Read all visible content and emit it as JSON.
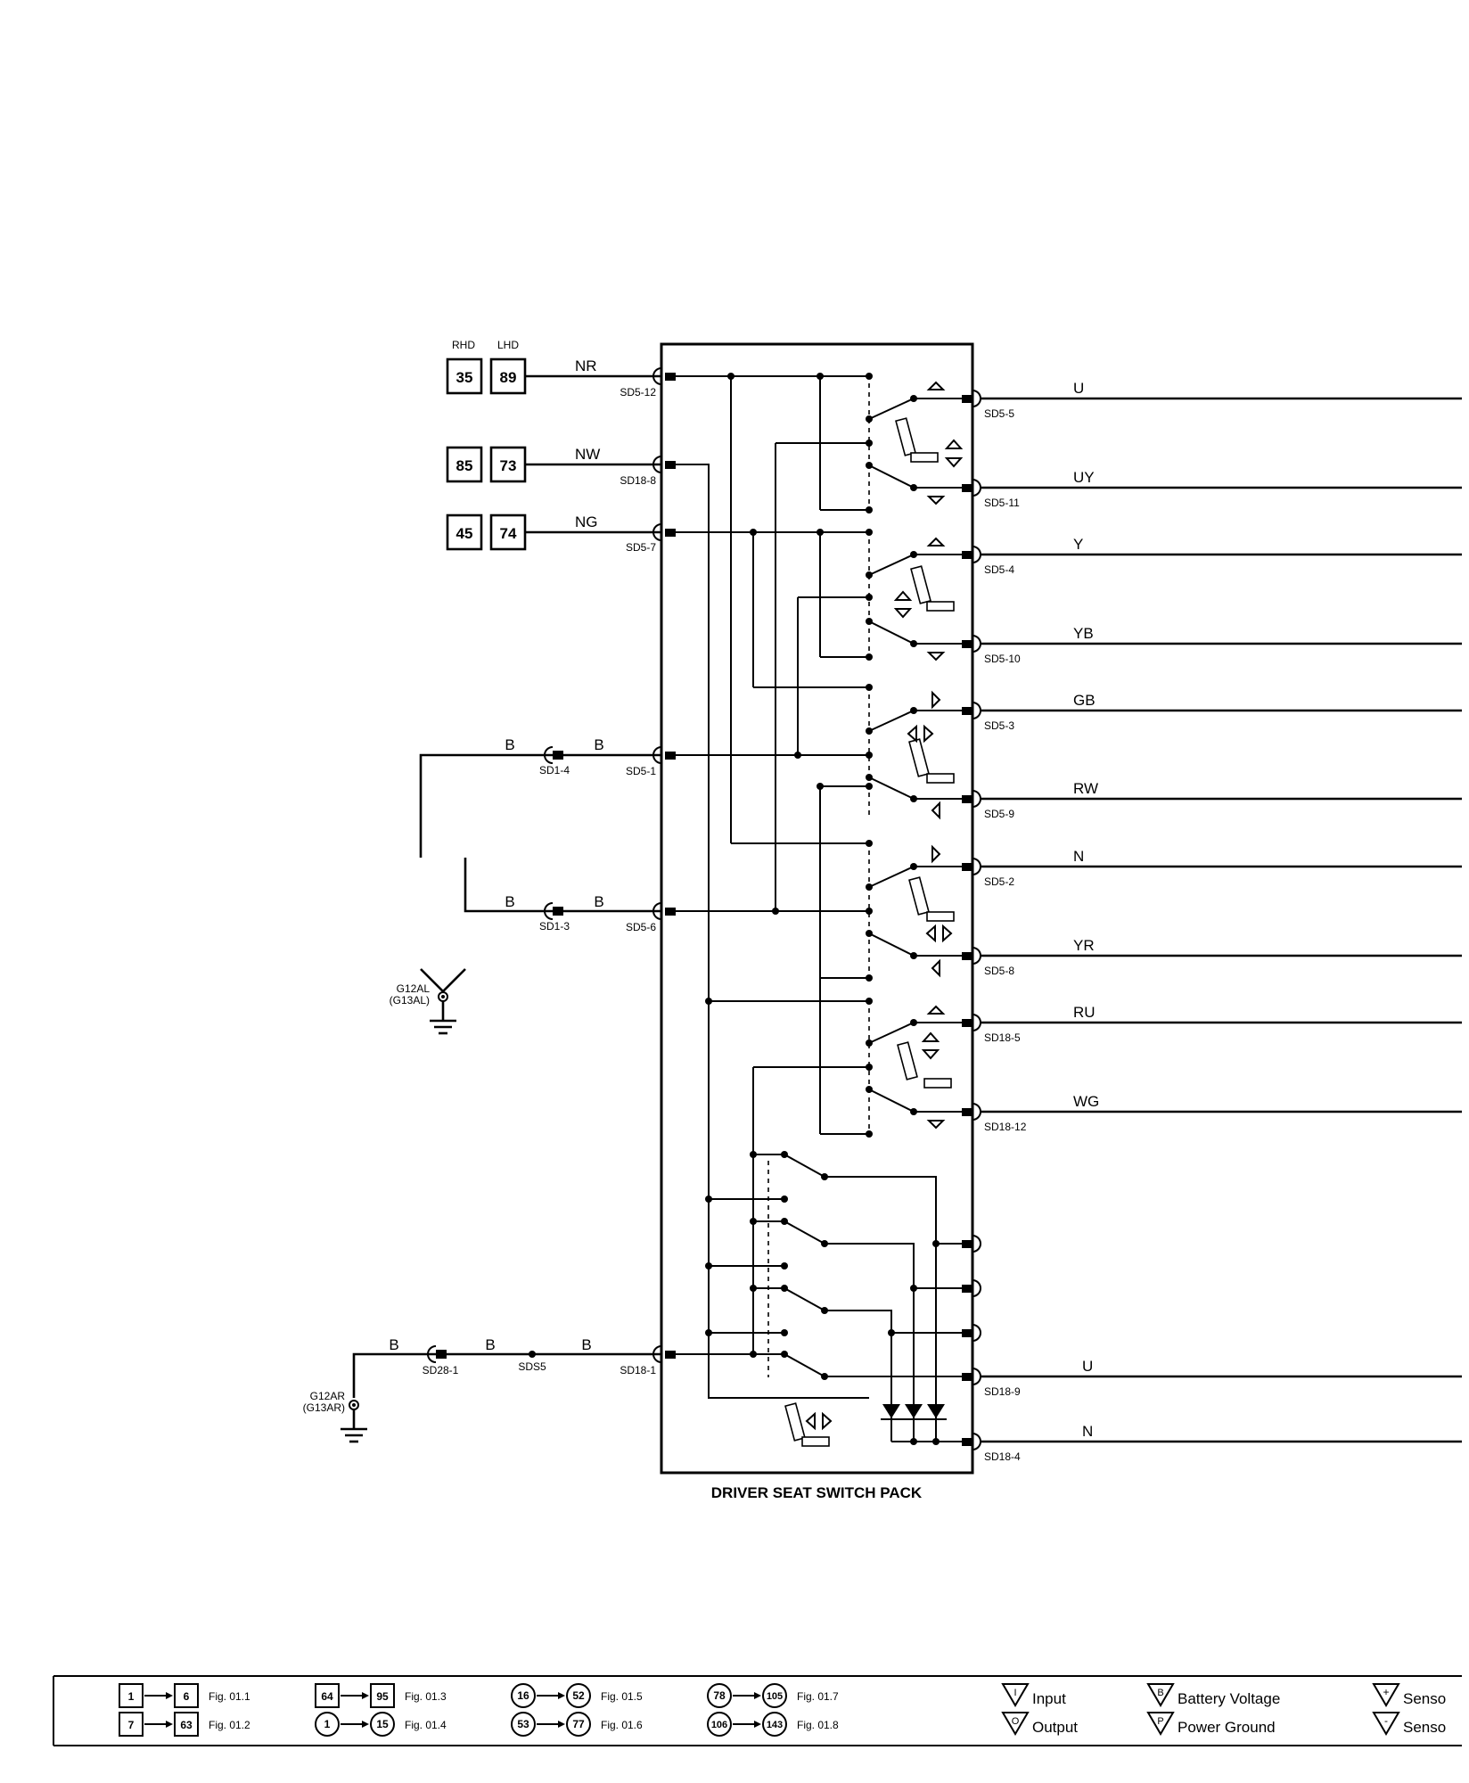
{
  "component": {
    "title": "DRIVER SEAT SWITCH PACK"
  },
  "left_side": {
    "column_headers": [
      "RHD",
      "LHD"
    ],
    "feeds": [
      {
        "rhd": "35",
        "lhd": "89",
        "wire": "NR",
        "pin": "SD5-12"
      },
      {
        "rhd": "85",
        "lhd": "73",
        "wire": "NW",
        "pin": "SD18-8"
      },
      {
        "rhd": "45",
        "lhd": "74",
        "wire": "NG",
        "pin": "SD5-7"
      }
    ],
    "grounds": [
      {
        "wire": "B",
        "inline": "SD1-4",
        "wire2": "B",
        "pin": "SD5-1"
      },
      {
        "wire": "B",
        "inline": "SD1-3",
        "wire2": "B",
        "pin": "SD5-6"
      },
      {
        "wire": "B",
        "inline": "SD28-1",
        "wire2": "B",
        "splice": "SDS5",
        "wire3": "B",
        "pin": "SD18-1"
      }
    ],
    "ground_points": [
      {
        "name": "G12AL",
        "alt": "(G13AL)"
      },
      {
        "name": "G12AR",
        "alt": "(G13AR)"
      }
    ]
  },
  "right_side": {
    "outputs": [
      {
        "wire": "U",
        "pin": "SD5-5"
      },
      {
        "wire": "UY",
        "pin": "SD5-11"
      },
      {
        "wire": "Y",
        "pin": "SD5-4"
      },
      {
        "wire": "YB",
        "pin": "SD5-10"
      },
      {
        "wire": "GB",
        "pin": "SD5-3"
      },
      {
        "wire": "RW",
        "pin": "SD5-9"
      },
      {
        "wire": "N",
        "pin": "SD5-2"
      },
      {
        "wire": "YR",
        "pin": "SD5-8"
      },
      {
        "wire": "RU",
        "pin": "SD18-5"
      },
      {
        "wire": "WG",
        "pin": "SD18-12"
      },
      {
        "wire": "U",
        "pin": "SD18-9"
      },
      {
        "wire": "N",
        "pin": "SD18-4"
      }
    ]
  },
  "legend": {
    "refs": [
      {
        "from": "1",
        "to": "6",
        "fig": "Fig. 01.1",
        "shape": "square"
      },
      {
        "from": "7",
        "to": "63",
        "fig": "Fig. 01.2",
        "shape": "square"
      },
      {
        "from": "64",
        "to": "95",
        "fig": "Fig. 01.3",
        "shape": "square"
      },
      {
        "from": "1",
        "to": "15",
        "fig": "Fig. 01.4",
        "shape": "circle"
      },
      {
        "from": "16",
        "to": "52",
        "fig": "Fig. 01.5",
        "shape": "circle"
      },
      {
        "from": "53",
        "to": "77",
        "fig": "Fig. 01.6",
        "shape": "circle"
      },
      {
        "from": "78",
        "to": "105",
        "fig": "Fig. 01.7",
        "shape": "circle"
      },
      {
        "from": "106",
        "to": "143",
        "fig": "Fig. 01.8",
        "shape": "circle"
      }
    ],
    "symbols": [
      {
        "letter": "I",
        "label": "Input"
      },
      {
        "letter": "O",
        "label": "Output"
      },
      {
        "letter": "B",
        "label": "Battery Voltage"
      },
      {
        "letter": "P",
        "label": "Power Ground"
      },
      {
        "letter": "+",
        "label": "Senso"
      },
      {
        "letter": "-",
        "label": "Senso"
      }
    ]
  }
}
